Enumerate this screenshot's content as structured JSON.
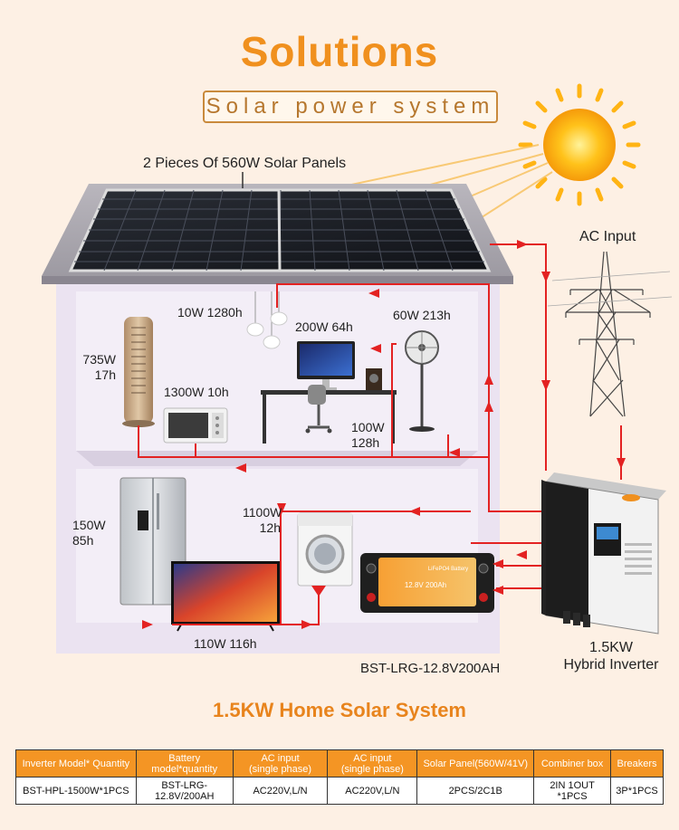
{
  "header": {
    "title": "Solutions",
    "subtitle": "Solar power system"
  },
  "diagram": {
    "panels_label": "2 Pieces Of 560W Solar Panels",
    "ac_input_label": "AC Input",
    "lights_label": "10W 1280h",
    "computer_label": "200W 64h",
    "fan_label": "60W 213h",
    "heater_label": "735W\n17h",
    "microwave_label": "1300W 10h",
    "speaker_label": "100W\n128h",
    "fridge_label": "150W\n85h",
    "washer_label": "1100W\n12h",
    "tv_label": "110W 116h",
    "battery_label": "BST-LRG-12.8V200AH",
    "battery_face_text": "12.8V 200Ah",
    "battery_brand": "LiFePO4 Battery",
    "inverter_label": "1.5KW\nHybrid Inverter"
  },
  "system_title": "1.5KW Home Solar System",
  "spec_table": {
    "headers": [
      "Inverter Model* Quantity",
      "Battery model*quantity",
      "AC input\n(single phase)",
      "AC input\n(single phase)",
      "Solar Panel(560W/41V)",
      "Combiner box",
      "Breakers"
    ],
    "row": [
      "BST-HPL-1500W*1PCS",
      "BST-LRG-12.8V/200AH",
      "AC220V,L/N",
      "AC220V,L/N",
      "2PCS/2C1B",
      "2IN 1OUT *1PCS",
      "3P*1PCS"
    ]
  },
  "colors": {
    "accent": "#f0901e",
    "table_header": "#f49524",
    "wire": "#e32222",
    "house": "#ebe3f1"
  }
}
